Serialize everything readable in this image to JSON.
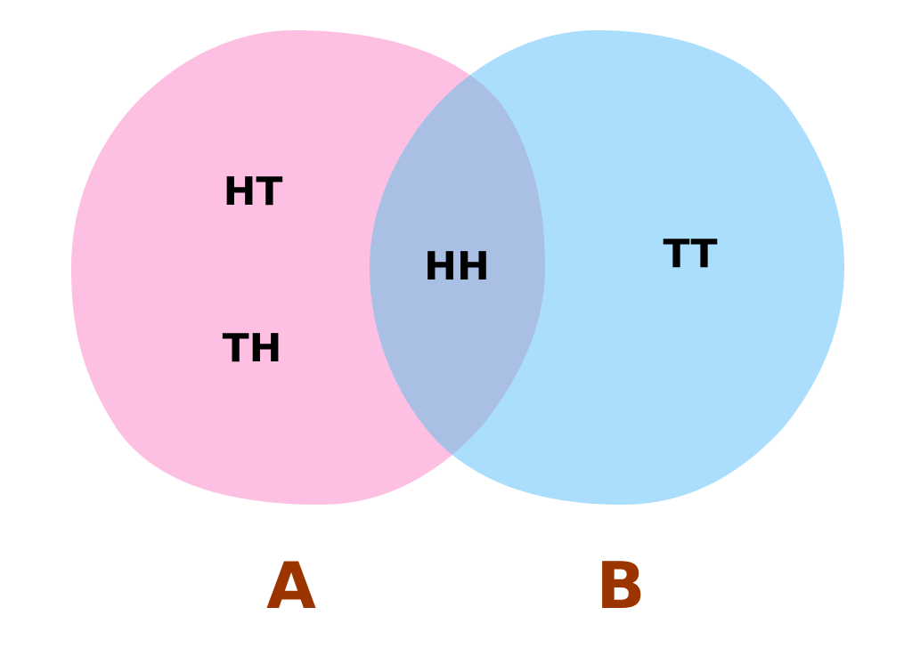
{
  "diagram": {
    "type": "venn",
    "sets": [
      {
        "id": "A",
        "label": "A",
        "color": "#FDBFE2",
        "elements": [
          "HT",
          "TH",
          "HH"
        ]
      },
      {
        "id": "B",
        "label": "B",
        "color": "#AADEFC",
        "elements": [
          "HH",
          "TT"
        ]
      }
    ],
    "regions": {
      "a_only": [
        "HT",
        "TH"
      ],
      "intersection": [
        "HH"
      ],
      "b_only": [
        "TT"
      ]
    },
    "labels": {
      "ht": "HT",
      "th": "TH",
      "hh": "HH",
      "tt": "TT",
      "set_a": "A",
      "set_b": "B"
    },
    "colors": {
      "set_a_fill": "#FDBFE2",
      "set_b_fill": "#AADEFC",
      "overlap_fill": "#AABFE4",
      "set_label_color": "#9C3400",
      "region_label_color": "#000000"
    }
  }
}
